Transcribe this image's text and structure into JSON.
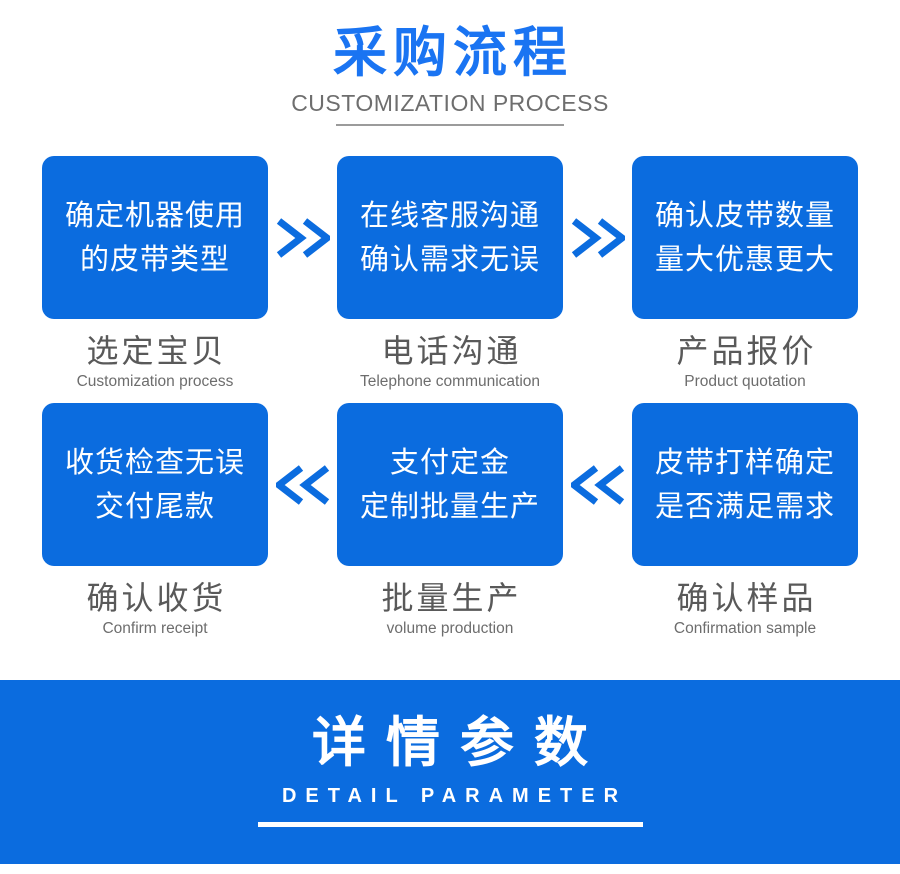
{
  "header": {
    "title": "采购流程",
    "subtitle": "CUSTOMIZATION PROCESS"
  },
  "steps": [
    {
      "box_line1": "确定机器使用",
      "box_line2": "的皮带类型",
      "label_zh": "选定宝贝",
      "label_en": "Customization process"
    },
    {
      "box_line1": "在线客服沟通",
      "box_line2": "确认需求无误",
      "label_zh": "电话沟通",
      "label_en": "Telephone communication"
    },
    {
      "box_line1": "确认皮带数量",
      "box_line2": "量大优惠更大",
      "label_zh": "产品报价",
      "label_en": "Product quotation"
    },
    {
      "box_line1": "收货检查无误",
      "box_line2": "交付尾款",
      "label_zh": "确认收货",
      "label_en": "Confirm receipt"
    },
    {
      "box_line1": "支付定金",
      "box_line2": "定制批量生产",
      "label_zh": "批量生产",
      "label_en": "volume production"
    },
    {
      "box_line1": "皮带打样确定",
      "box_line2": "是否满足需求",
      "label_zh": "确认样品",
      "label_en": "Confirmation sample"
    }
  ],
  "arrows": {
    "row1_direction": "right",
    "row2_direction": "left"
  },
  "banner": {
    "title": "详情参数",
    "subtitle": "DETAIL PARAMETER"
  },
  "colors": {
    "primary_blue": "#0b6cdf",
    "title_blue": "#1a74f2",
    "label_gray": "#595959",
    "caption_gray": "#6d6d6d",
    "subtitle_gray": "#6e6e6e",
    "rule_gray": "#9b9b9b"
  }
}
